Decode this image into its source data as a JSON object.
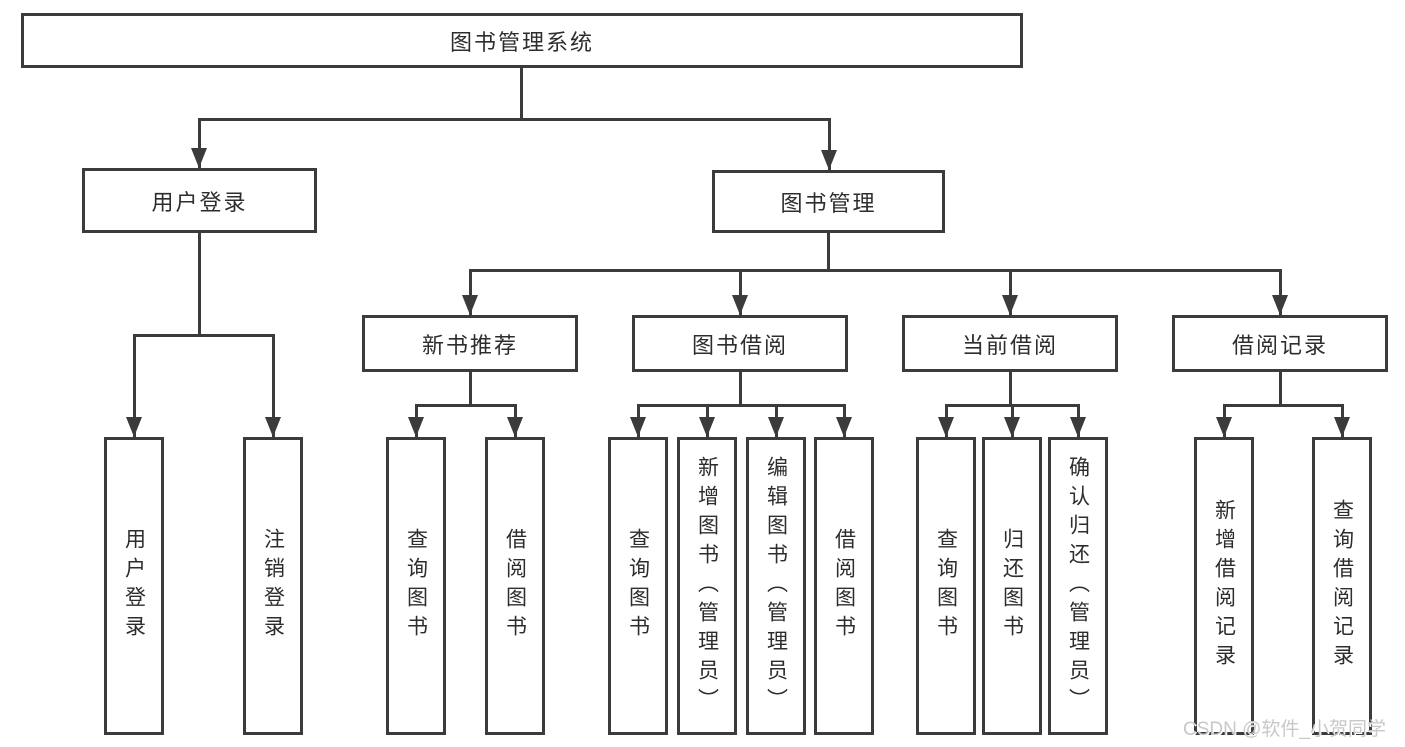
{
  "tree": {
    "label": "图书管理系统",
    "children": [
      {
        "label": "用户登录",
        "children": [
          {
            "label": "用户登录"
          },
          {
            "label": "注销登录"
          }
        ]
      },
      {
        "label": "图书管理",
        "children": [
          {
            "label": "新书推荐",
            "children": [
              {
                "label": "查询图书"
              },
              {
                "label": "借阅图书"
              }
            ]
          },
          {
            "label": "图书借阅",
            "children": [
              {
                "label": "查询图书"
              },
              {
                "label": "新增图书（管理员）"
              },
              {
                "label": "编辑图书（管理员）"
              },
              {
                "label": "借阅图书"
              }
            ]
          },
          {
            "label": "当前借阅",
            "children": [
              {
                "label": "查询图书"
              },
              {
                "label": "归还图书"
              },
              {
                "label": "确认归还（管理员）"
              }
            ]
          },
          {
            "label": "借阅记录",
            "children": [
              {
                "label": "新增借阅记录"
              },
              {
                "label": "查询借阅记录"
              }
            ]
          }
        ]
      }
    ]
  },
  "watermark": {
    "text": "CSDN @软件_小贺同学"
  },
  "colors": {
    "line": "#3b3b3b",
    "text": "#2d2d2d",
    "watermark": "#c8c8c8"
  }
}
